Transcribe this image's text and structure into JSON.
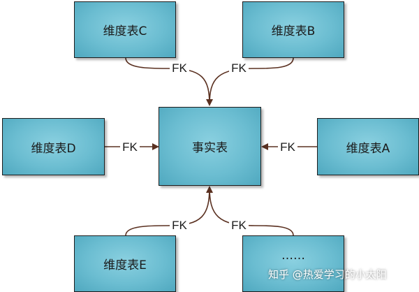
{
  "boxes": {
    "fact": "事实表",
    "dim_c": "维度表C",
    "dim_b": "维度表B",
    "dim_d": "维度表D",
    "dim_a": "维度表A",
    "dim_e": "维度表E",
    "dim_more": "……"
  },
  "edge_label": "FK",
  "watermark": "知乎 @热爱学习的小太阳"
}
